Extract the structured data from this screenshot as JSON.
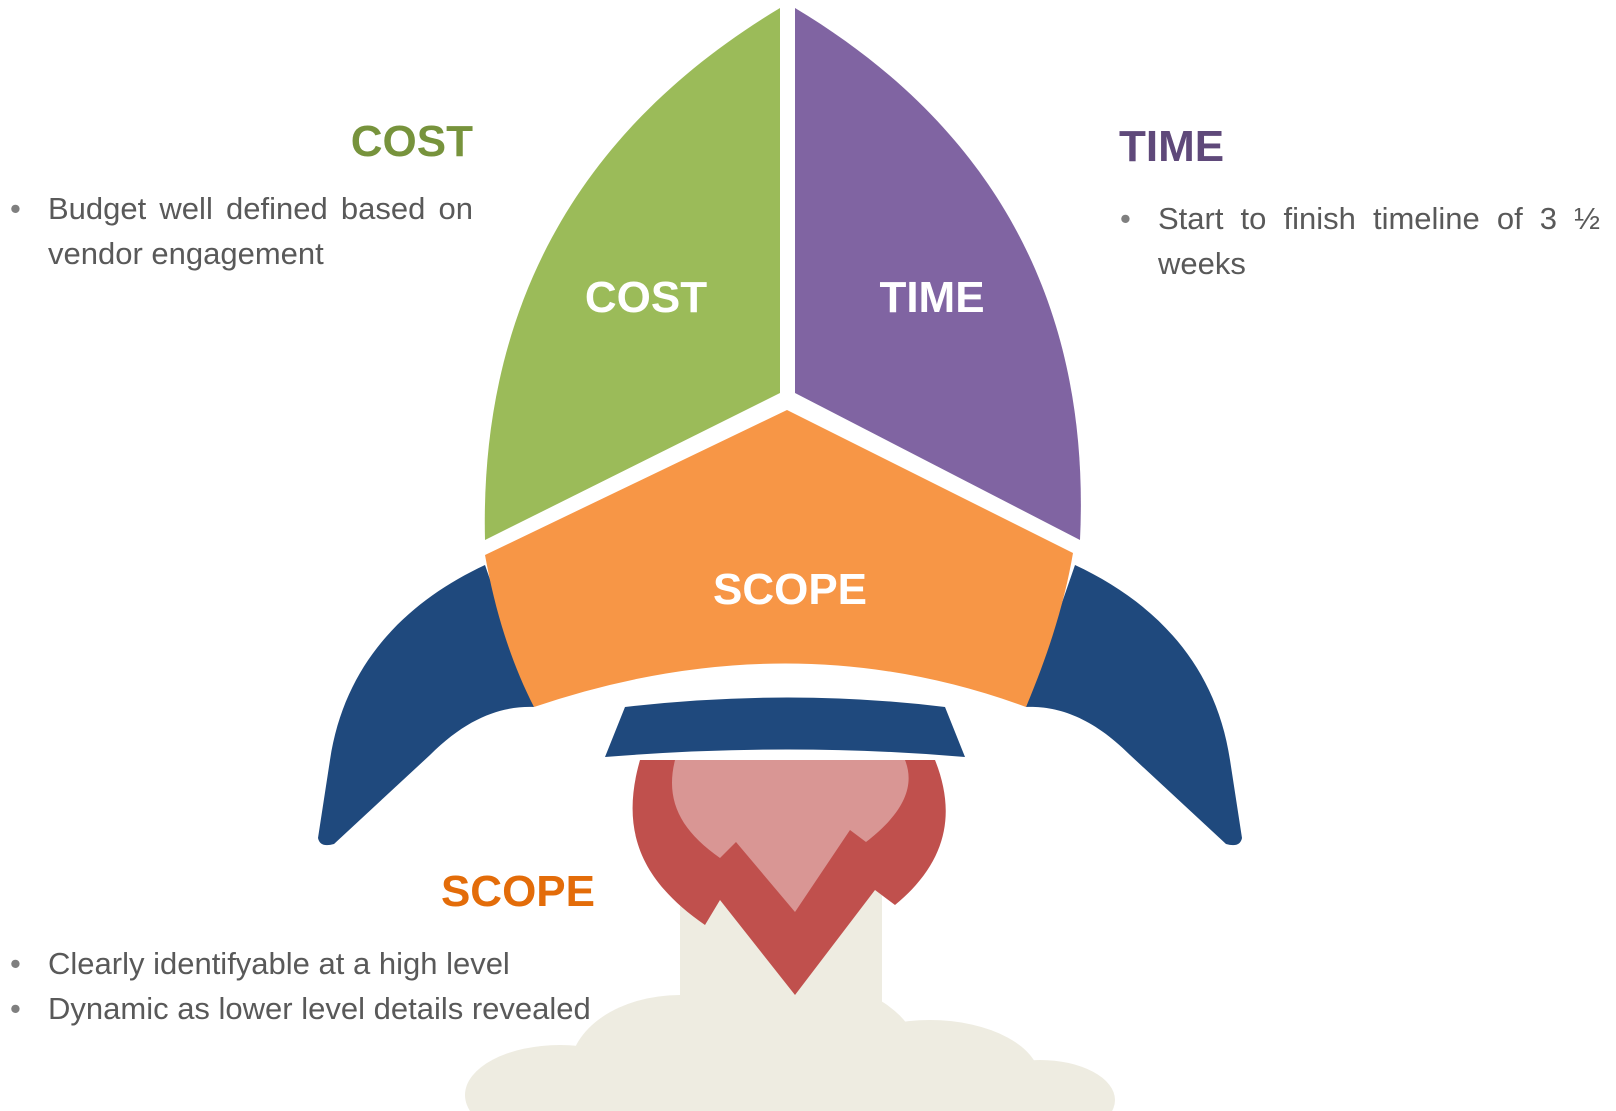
{
  "colors": {
    "cost": "#9bbb59",
    "time": "#8064a2",
    "scope": "#f79646",
    "fins": "#1f497d",
    "flame_outer": "#c0504d",
    "flame_inner": "#d99694",
    "smoke": "#eeece1",
    "cost_heading": "#77933c",
    "time_heading": "#5f497a",
    "scope_heading": "#e36c09"
  },
  "rocket": {
    "cost_label": "COST",
    "time_label": "TIME",
    "scope_label": "SCOPE"
  },
  "cost": {
    "heading": "COST",
    "bullets": [
      "Budget well defined based on vendor engagement"
    ]
  },
  "time": {
    "heading": "TIME",
    "bullets": [
      "Start to finish timeline of 3 ½ weeks"
    ]
  },
  "scope": {
    "heading": "SCOPE",
    "bullets": [
      "Clearly identifyable at a high level",
      "Dynamic as lower level details revealed"
    ]
  }
}
